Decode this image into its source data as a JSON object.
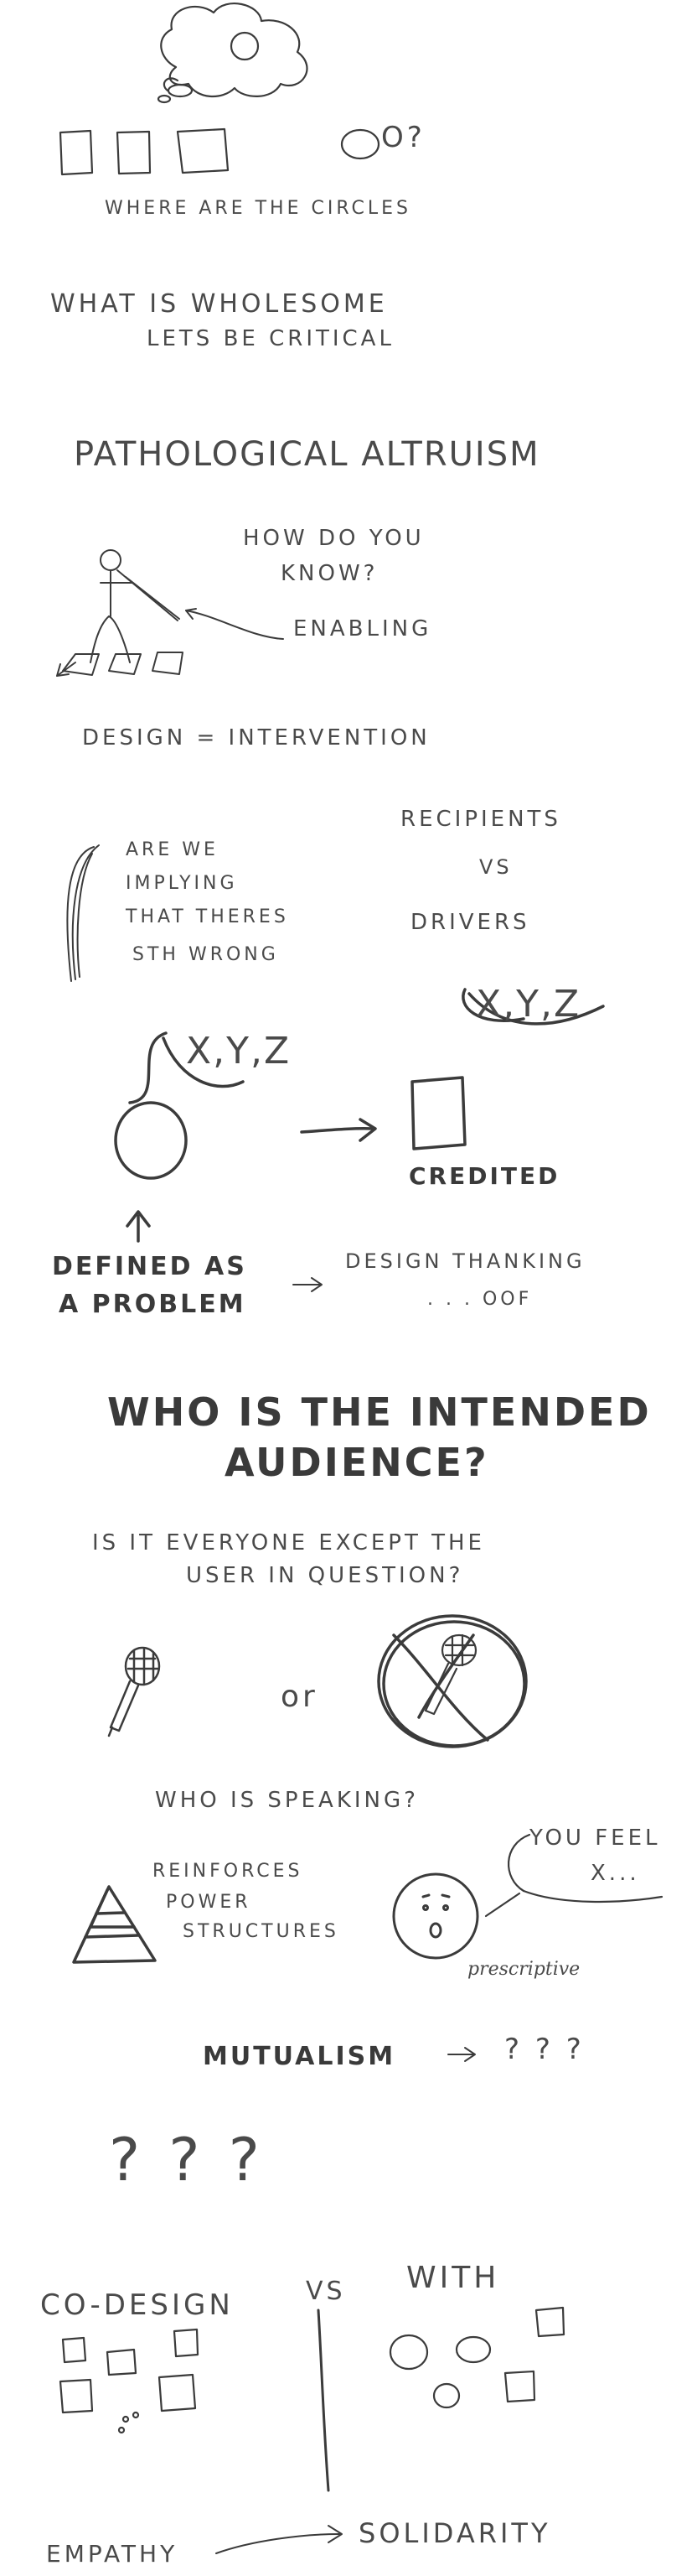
{
  "notes": {
    "circles_question": "O?",
    "where_circles": "WHERE ARE THE CIRCLES",
    "what_wholesome": "WHAT IS WHOLESOME",
    "lets_be_critical": "LETS BE CRITICAL",
    "pathological_altruism": "PATHOLOGICAL ALTRUISM",
    "how_do_you_1": "HOW DO YOU",
    "how_do_you_2": "KNOW?",
    "enabling": "ENABLING",
    "design_intervention": "DESIGN = INTERVENTION",
    "implying_1": "ARE WE",
    "implying_2": "IMPLYING",
    "implying_3": "THAT THERES",
    "implying_4": "STH WRONG",
    "recipients": "RECIPIENTS",
    "vs_1": "VS",
    "drivers": "DRIVERS",
    "xyz_left": "X,Y,Z",
    "xyz_right": "X,Y,Z",
    "credited": "CREDITED",
    "defined_as_1": "DEFINED AS",
    "defined_as_2": "A PROBLEM",
    "design_thanking": "DESIGN THANKING",
    "oof": ". . . OOF",
    "audience_1": "WHO IS THE INTENDED",
    "audience_2": "AUDIENCE?",
    "everyone_1": "IS IT EVERYONE EXCEPT THE",
    "everyone_2": "USER IN QUESTION?",
    "or": "or",
    "who_speaking": "WHO IS SPEAKING?",
    "reinforces_1": "REINFORCES",
    "reinforces_2": "POWER",
    "reinforces_3": "STRUCTURES",
    "you_feel_1": "YOU FEEL",
    "you_feel_2": "X...",
    "prescriptive": "prescriptive",
    "mutualism": "MUTUALISM",
    "mutualism_q": "? ? ?",
    "big_q": "? ? ?",
    "codesign": "CO-DESIGN",
    "vs_2": "VS",
    "with": "WITH",
    "empathy": "EMPATHY",
    "solidarity": "SOLIDARITY"
  },
  "colors": {
    "ink": "#3b3b3b",
    "paper": "#ffffff"
  }
}
